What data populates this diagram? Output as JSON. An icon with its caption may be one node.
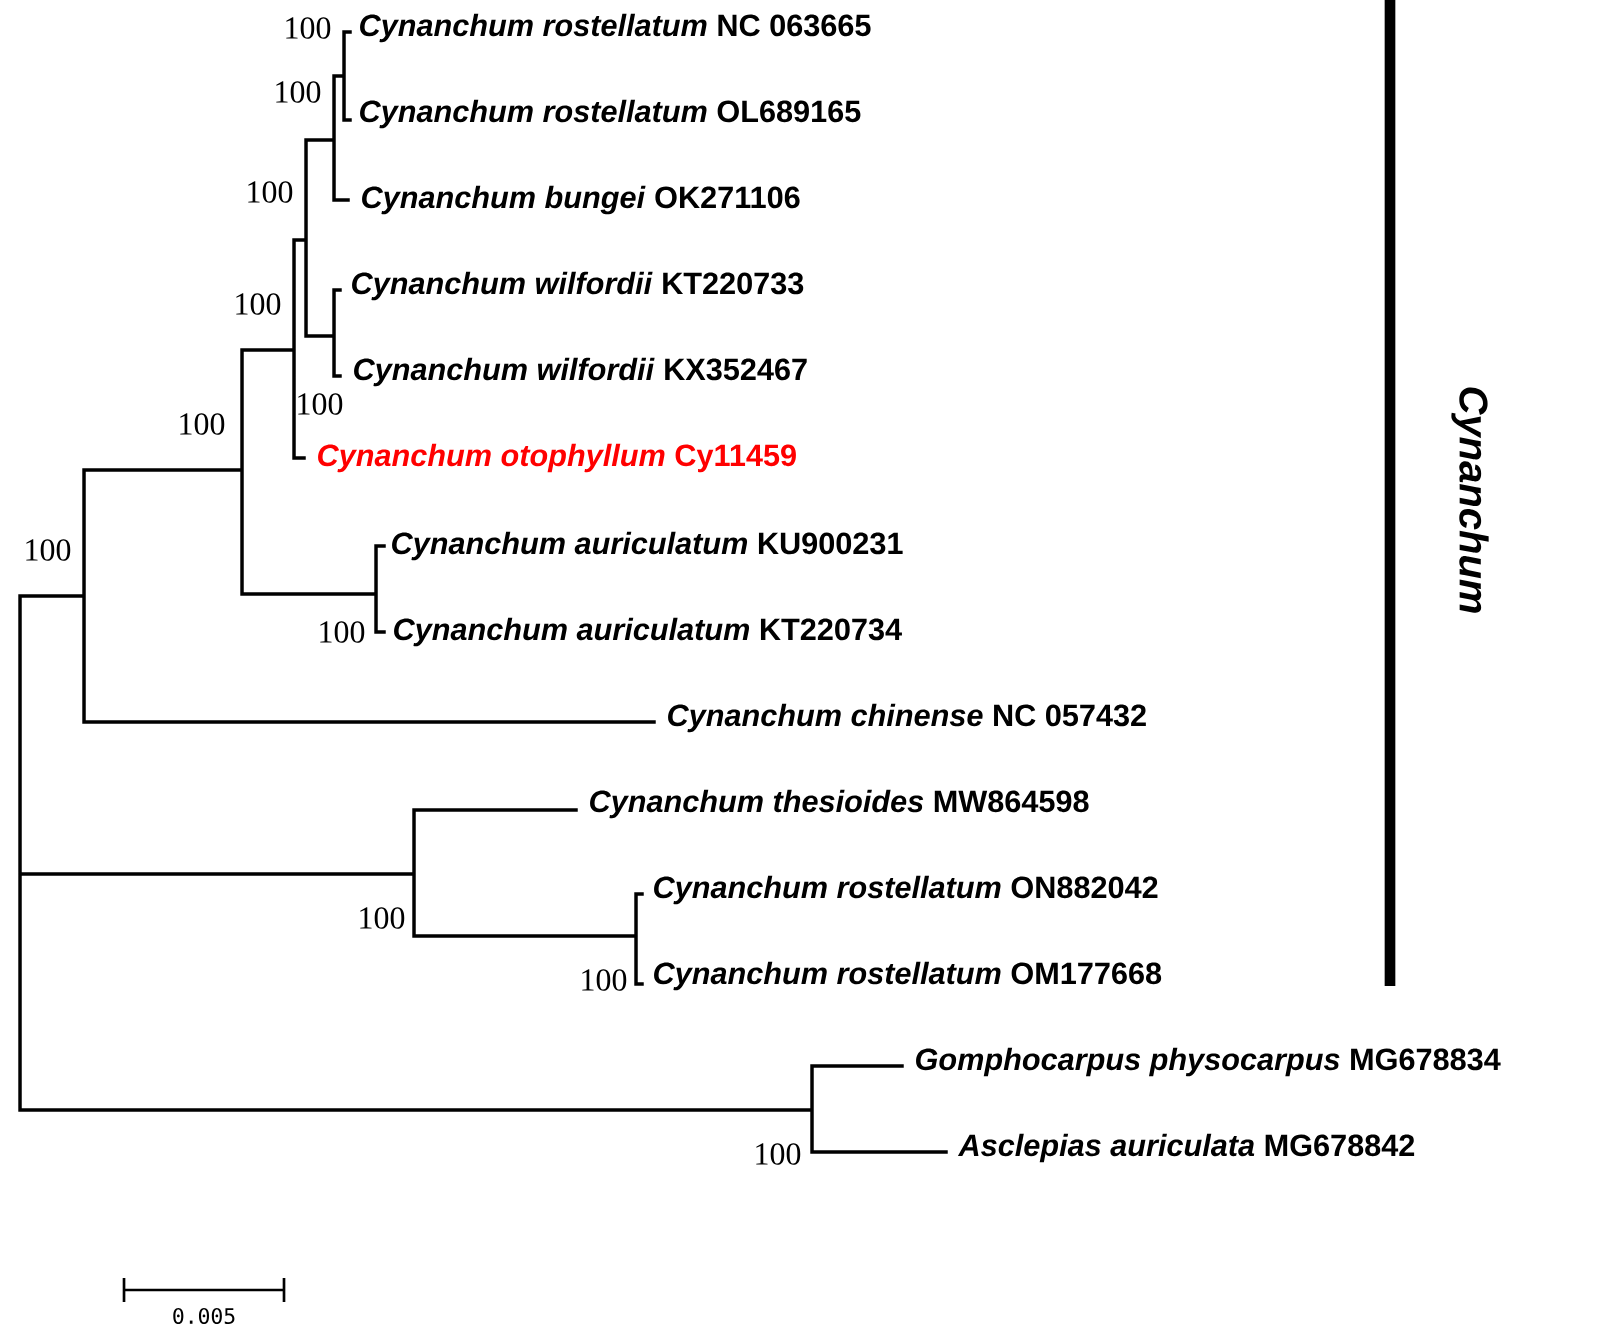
{
  "diagram": {
    "labels": [
      "*Cynanchum rostellatum* NC 063665",
      "*Cynanchum rostellatum* OL689165",
      "*Cynanchum bungei* OK271106",
      "*Cynanchum wilfordii* KT220733",
      "*Cynanchum wilfordii* KX352467",
      "*Cynanchum otophyllum* Cy11459",
      "*Cynanchum auriculatum* KU900231",
      "*Cynanchum auriculatum* KT220734",
      "*Cynanchum chinense* NC 057432",
      "*Cynanchum thesioides* MW864598",
      "*Cynanchum rostellatum* ON882042",
      "*Cynanchum rostellatum* OM177668",
      "*Gomphocarpus physocarpus* MG678834",
      "*Asclepias auriculata* MG678842",
      "100",
      "100",
      "100",
      "100",
      "100",
      "100",
      "100",
      "100",
      "100",
      "100",
      "100",
      "0.005",
      "Cynanchum"
    ]
  }
}
